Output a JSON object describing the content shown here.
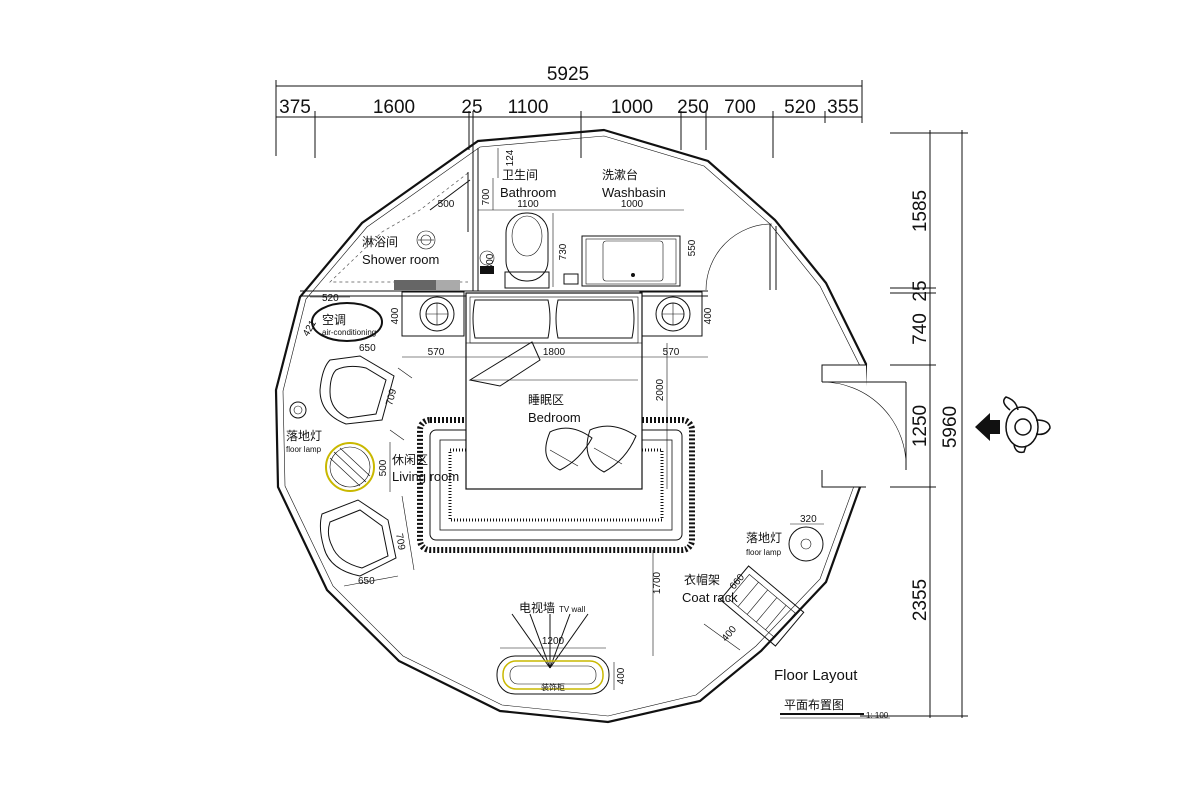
{
  "dimensions": {
    "top_total": "5925",
    "top_segments": [
      "375",
      "1600",
      "25",
      "1100",
      "1000",
      "250",
      "700",
      "520",
      "355"
    ],
    "right_total": "5960",
    "right_segments": [
      "1585",
      "25",
      "740",
      "1250",
      "2355"
    ],
    "interior": {
      "d124": "124",
      "d700": "700",
      "d500_shower": "500",
      "d1100": "1100",
      "d1000": "1000",
      "d730": "730",
      "d550": "550",
      "d300": "300",
      "d520": "520",
      "d400_left": "400",
      "d400_right": "400",
      "d421": "421",
      "d650_top": "650",
      "d709_top": "709",
      "d570_left": "570",
      "d1800": "1800",
      "d570_right": "570",
      "d2000": "2000",
      "d500_living": "500",
      "d709_bottom": "709",
      "d650_bottom": "650",
      "d1700": "1700",
      "d1200": "1200",
      "d400_tv": "400",
      "d320": "320",
      "d660": "660",
      "d400_rack": "400"
    }
  },
  "rooms": {
    "bathroom_cn": "卫生间",
    "bathroom_en": "Bathroom",
    "washbasin_cn": "洗漱台",
    "washbasin_en": "Washbasin",
    "shower_cn": "淋浴间",
    "shower_en": "Shower room",
    "ac_cn": "空调",
    "ac_en": "air-conditioning",
    "floorlamp_left_cn": "落地灯",
    "floorlamp_left_en": "floor lamp",
    "living_cn": "休闲区",
    "living_en": "Living room",
    "bedroom_cn": "睡眠区",
    "bedroom_en": "Bedroom",
    "floorlamp_right_cn": "落地灯",
    "floorlamp_right_en": "floor lamp",
    "coatrack_cn": "衣帽架",
    "coatrack_en": "Coat rack",
    "tvwall_cn": "电视墙",
    "tvwall_en": "TV wall",
    "cabinet_cn": "装饰柜"
  },
  "title": {
    "en": "Floor Layout",
    "cn": "平面布置图",
    "scale": "1: 100"
  }
}
